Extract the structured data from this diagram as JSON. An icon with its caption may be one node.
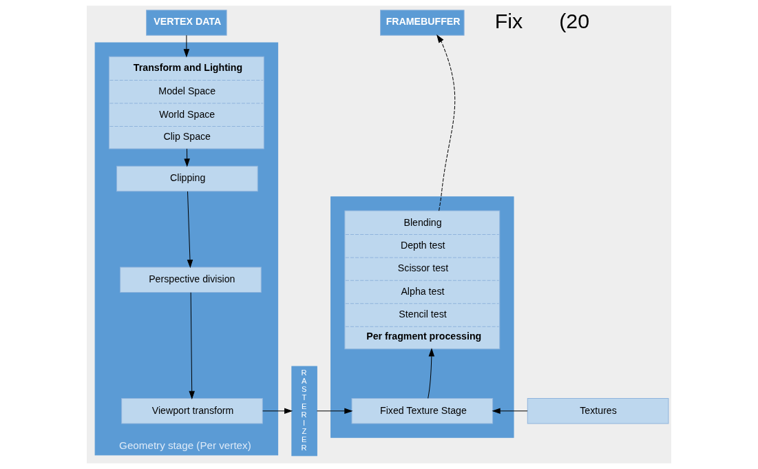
{
  "diagram": {
    "nodes": [
      {
        "text": [
          "VERTEX DATA"
        ]
      },
      {
        "text": [
          "Geometry stage (Per vertex)"
        ]
      },
      {
        "text": [
          "Transform and Lighting",
          "Model Space",
          "World Space",
          "Clip Space"
        ],
        "in": 1
      },
      {
        "text": [
          "Clipping"
        ],
        "in": 1
      },
      {
        "text": [
          "Perspective division"
        ],
        "in": 1
      },
      {
        "text": [
          "Viewport transform"
        ],
        "in": 1
      },
      {
        "text": [
          "RASTERIZER"
        ]
      },
      {
        "text": [
          "FRAMEBUFFER"
        ]
      },
      {
        "text": [],
        "shape": "box"
      },
      {
        "text": [
          "Blending",
          "Depth test",
          "Scissor test",
          "Alpha test",
          "Stencil test",
          "Per fragment processing"
        ],
        "in": 8
      },
      {
        "text": [
          "Fixed Texture Stage"
        ],
        "in": 8
      },
      {
        "text": [
          "Textures"
        ]
      }
    ],
    "edges": [
      {
        "from": 0,
        "to": 2,
        "arrow": "to"
      },
      {
        "from": 2,
        "to": 3,
        "arrow": "to"
      },
      {
        "from": 3,
        "to": 4,
        "arrow": "to"
      },
      {
        "from": 4,
        "to": 5,
        "arrow": "to"
      },
      {
        "from": 5,
        "to": 6,
        "arrow": "to"
      },
      {
        "from": 6,
        "to": 10,
        "arrow": "to"
      },
      {
        "from": 10,
        "to": 9,
        "arrow": "to"
      },
      {
        "from": 9,
        "to": 7,
        "arrow": "to",
        "style": "dashed"
      },
      {
        "from": 11,
        "to": 10,
        "arrow": "to"
      }
    ],
    "labels": [
      "Fix",
      "(20"
    ]
  }
}
